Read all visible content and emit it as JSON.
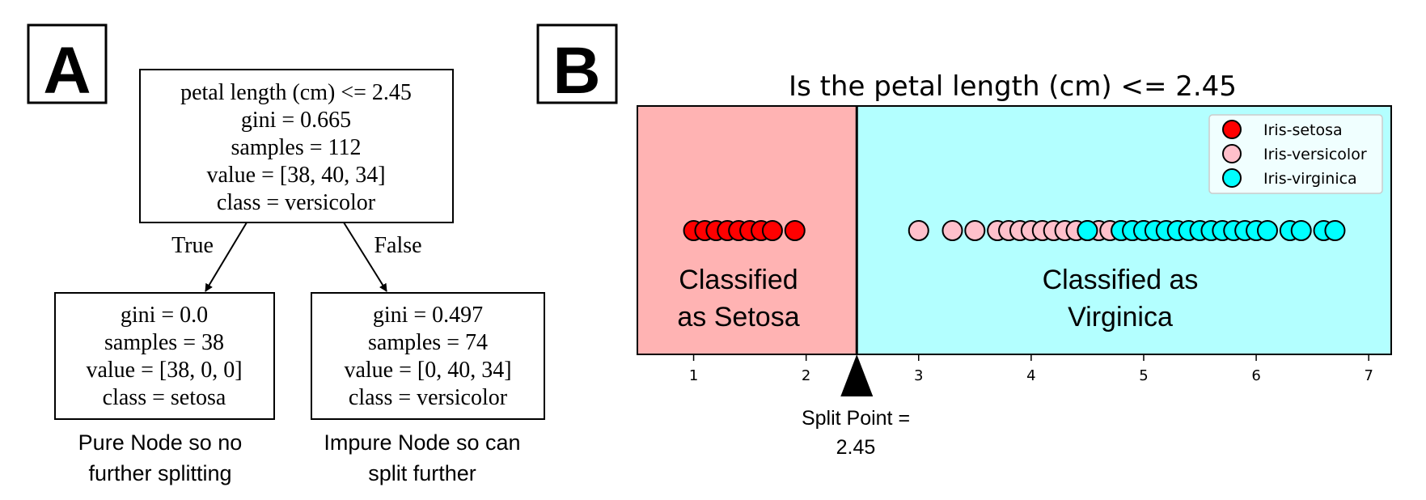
{
  "panel_a": {
    "letter": "A",
    "root": {
      "lines": [
        "petal length (cm) <= 2.45",
        "gini = 0.665",
        "samples = 112",
        "value = [38, 40, 34]",
        "class = versicolor"
      ]
    },
    "left": {
      "lines": [
        "gini = 0.0",
        "samples = 38",
        "value = [38, 0, 0]",
        "class = setosa"
      ],
      "caption": [
        "Pure Node so no",
        "further splitting"
      ]
    },
    "right": {
      "lines": [
        "gini = 0.497",
        "samples = 74",
        "value = [0, 40, 34]",
        "class = versicolor"
      ],
      "caption": [
        "Impure Node so can",
        "split further"
      ]
    },
    "edge_true": "True",
    "edge_false": "False"
  },
  "panel_b": {
    "letter": "B",
    "title": "Is the petal length (cm) <= 2.45",
    "left_region_label": [
      "Classified",
      "as Setosa"
    ],
    "right_region_label": [
      "Classified as",
      "Virginica"
    ],
    "split_label": [
      "Split Point =",
      "2.45"
    ],
    "colors": {
      "left_region": "#ffb3b3",
      "right_region": "#b3ffff",
      "setosa": "#ff0000",
      "versicolor": "#ffc0cb",
      "virginica": "#00ffff"
    }
  },
  "chart_data": {
    "type": "scatter",
    "title": "Is the petal length (cm) <= 2.45",
    "xlim": [
      0.5,
      7.2
    ],
    "xticks": [
      1,
      2,
      3,
      4,
      5,
      6,
      7
    ],
    "split": 2.45,
    "grid": false,
    "legend": "top-right",
    "series": [
      {
        "name": "Iris-setosa",
        "color": "#ff0000",
        "x": [
          1.0,
          1.1,
          1.2,
          1.3,
          1.4,
          1.5,
          1.6,
          1.7,
          1.9
        ]
      },
      {
        "name": "Iris-versicolor",
        "color": "#ffc0cb",
        "x": [
          3.0,
          3.3,
          3.5,
          3.7,
          3.8,
          3.9,
          4.0,
          4.1,
          4.2,
          4.3,
          4.4,
          4.5,
          4.6,
          4.7,
          4.8,
          4.9,
          5.0,
          5.1
        ]
      },
      {
        "name": "Iris-virginica",
        "color": "#00ffff",
        "x": [
          4.5,
          4.8,
          4.9,
          5.0,
          5.1,
          5.2,
          5.3,
          5.4,
          5.5,
          5.6,
          5.7,
          5.8,
          5.9,
          6.0,
          6.1,
          6.3,
          6.4,
          6.6,
          6.7
        ]
      }
    ]
  }
}
